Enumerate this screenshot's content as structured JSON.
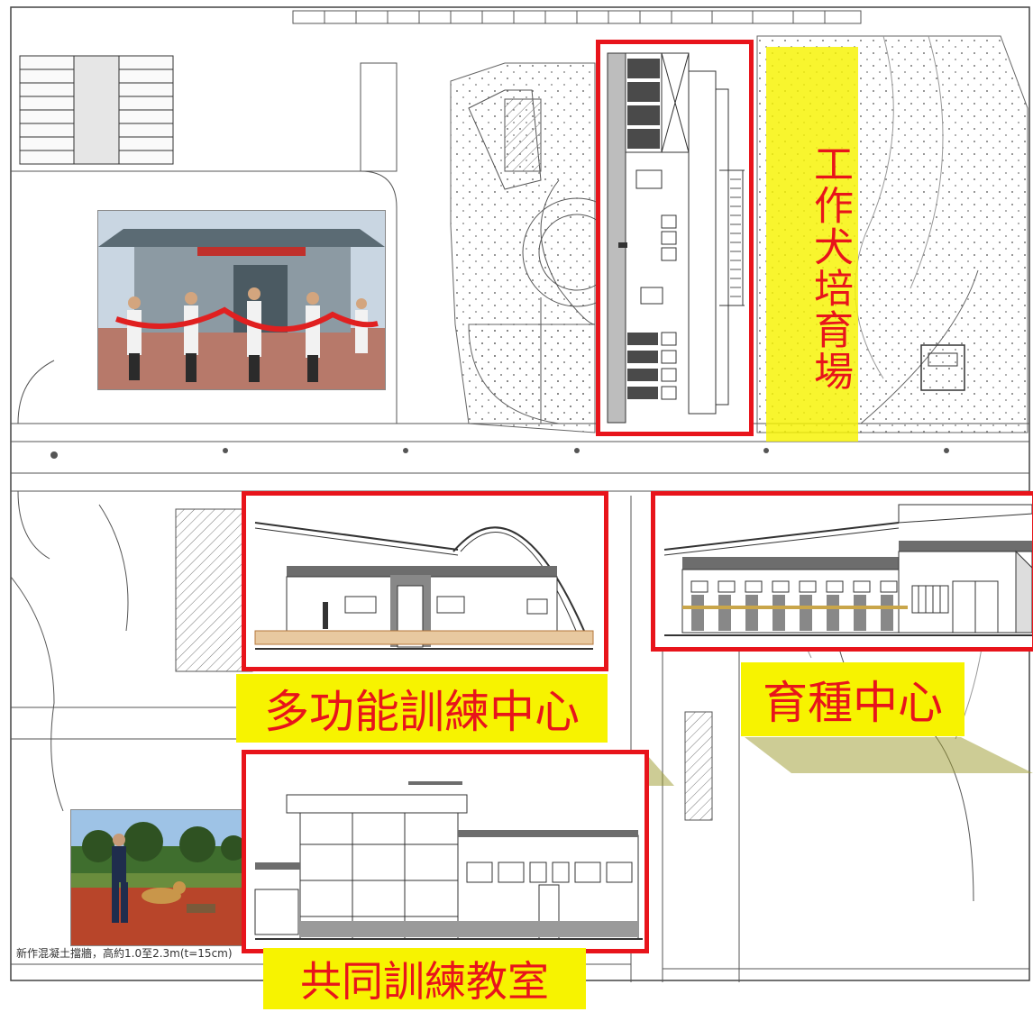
{
  "labels": {
    "work_dog_field": "工作犬培育場",
    "multi_function_center": "多功能訓練中心",
    "breeding_center": "育種中心",
    "common_classroom": "共同訓練教室"
  },
  "plan_annotation": "新作混凝土擋牆，高約1.0至2.3m(t=15cm)",
  "colors": {
    "frame_red": "#e8141b",
    "label_yellow": "#f7f300",
    "label_text_red": "#e8141b",
    "plan_line": "#555555"
  }
}
